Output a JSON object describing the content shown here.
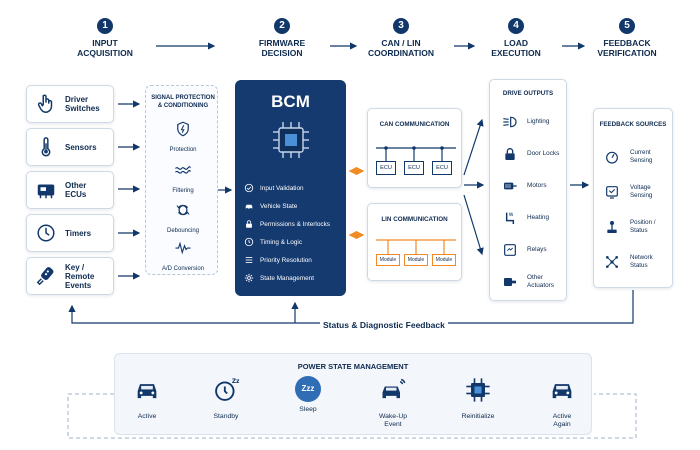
{
  "stages": [
    {
      "num": "1",
      "title": "INPUT\nACQUISITION"
    },
    {
      "num": "2",
      "title": "FIRMWARE\nDECISION"
    },
    {
      "num": "3",
      "title": "CAN / LIN\nCOORDINATION"
    },
    {
      "num": "4",
      "title": "LOAD\nEXECUTION"
    },
    {
      "num": "5",
      "title": "FEEDBACK\nVERIFICATION"
    }
  ],
  "inputs": [
    {
      "label": "Driver\nSwitches",
      "icon": "hand-pointer-icon"
    },
    {
      "label": "Sensors",
      "icon": "thermometer-icon"
    },
    {
      "label": "Other\nECUs",
      "icon": "ecu-icon"
    },
    {
      "label": "Timers",
      "icon": "clock-icon"
    },
    {
      "label": "Key / Remote\nEvents",
      "icon": "key-fob-icon"
    }
  ],
  "signal_protection": {
    "title": "SIGNAL PROTECTION\n& CONDITIONING",
    "items": [
      {
        "label": "Protection",
        "icon": "shield-icon"
      },
      {
        "label": "Filtering",
        "icon": "wave-icon"
      },
      {
        "label": "Debouncing",
        "icon": "debounce-icon"
      },
      {
        "label": "A/D Conversion",
        "icon": "signal-icon"
      }
    ]
  },
  "bcm": {
    "title": "BCM",
    "items": [
      {
        "label": "Input Validation",
        "icon": "check-circle-icon"
      },
      {
        "label": "Vehicle State",
        "icon": "car-icon"
      },
      {
        "label": "Permissions & Interlocks",
        "icon": "lock-icon"
      },
      {
        "label": "Timing & Logic",
        "icon": "clock-icon"
      },
      {
        "label": "Priority Resolution",
        "icon": "list-icon"
      },
      {
        "label": "State Management",
        "icon": "gear-icon"
      }
    ]
  },
  "can": {
    "title": "CAN COMMUNICATION",
    "nodes": [
      "ECU",
      "ECU",
      "ECU"
    ]
  },
  "lin": {
    "title": "LIN COMMUNICATION",
    "nodes": [
      "Module",
      "Module",
      "Module"
    ]
  },
  "drive_outputs": {
    "title": "DRIVE OUTPUTS",
    "items": [
      {
        "label": "Lighting",
        "icon": "headlight-icon"
      },
      {
        "label": "Door Locks",
        "icon": "lock-icon"
      },
      {
        "label": "Motors",
        "icon": "motor-icon"
      },
      {
        "label": "Heating",
        "icon": "seat-heater-icon"
      },
      {
        "label": "Relays",
        "icon": "relay-icon"
      },
      {
        "label": "Other\nActuators",
        "icon": "actuator-icon"
      }
    ]
  },
  "feedback_sources": {
    "title": "FEEDBACK SOURCES",
    "items": [
      {
        "label": "Current\nSensing",
        "icon": "gauge-icon"
      },
      {
        "label": "Voltage\nSensing",
        "icon": "voltage-icon"
      },
      {
        "label": "Position /\nStatus",
        "icon": "joystick-icon"
      },
      {
        "label": "Network\nStatus",
        "icon": "network-icon"
      }
    ]
  },
  "status_feedback": "Status & Diagnostic Feedback",
  "power": {
    "title": "POWER STATE MANAGEMENT",
    "items": [
      {
        "label": "Active",
        "icon": "car-front-icon"
      },
      {
        "label": "Standby",
        "icon": "alarm-clock-icon"
      },
      {
        "label": "Sleep",
        "icon": "sleep-icon",
        "badge": "Zzz"
      },
      {
        "label": "Wake-Up\nEvent",
        "icon": "car-signal-icon"
      },
      {
        "label": "Reinitialize",
        "icon": "chip-icon"
      },
      {
        "label": "Active\nAgain",
        "icon": "car-front-icon"
      }
    ]
  },
  "colors": {
    "navy": "#143a6f",
    "accent": "#f08a24",
    "text": "#0d2a4f",
    "border": "#cfd9e6"
  }
}
